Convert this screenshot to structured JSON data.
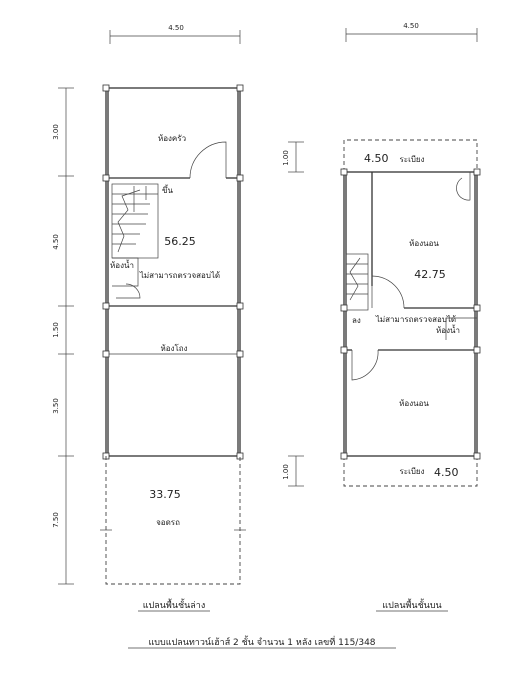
{
  "ground_floor": {
    "width_dim": "4.50",
    "depth_dims": [
      "3.00",
      "4.50",
      "1.50",
      "3.50",
      "7.50"
    ],
    "rooms": {
      "kitchen": "ห้องครัว",
      "stair_up": "ขึ้น",
      "bathroom": "ห้องน้ำ",
      "hall": "ห้องโถง",
      "parking": "จอดรถ"
    },
    "area_main": "56.25",
    "area_parking": "33.75",
    "beam_note": "ไม่สามารถตรวจสอบได้",
    "caption": "แปลนพื้นชั้นล่าง"
  },
  "upper_floor": {
    "width_dim": "4.50",
    "depth_dims": [
      "1.00",
      "1.00"
    ],
    "rooms": {
      "balcony_front": "ระเบียง",
      "bedroom_1": "ห้องนอน",
      "stair_down": "ลง",
      "bathroom": "ห้องน้ำ",
      "bedroom_2": "ห้องนอน",
      "balcony_back": "ระเบียง"
    },
    "area_main": "42.75",
    "area_balcony_front": "4.50",
    "area_balcony_back": "4.50",
    "beam_note": "ไม่สามารถตรวจสอบได้",
    "caption": "แปลนพื้นชั้นบน"
  },
  "title": "แบบแปลนทาวน์เฮ้าส์ 2 ชั้น จำนวน 1 หลัง เลขที่ 115/348"
}
